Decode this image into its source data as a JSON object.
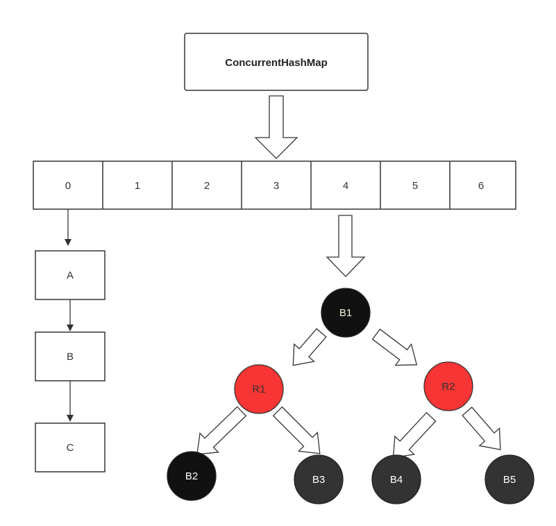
{
  "title": "ConcurrentHashMap",
  "array_cells": [
    "0",
    "1",
    "2",
    "3",
    "4",
    "5",
    "6"
  ],
  "list_nodes": [
    "A",
    "B",
    "C"
  ],
  "tree_nodes": {
    "b1": "B1",
    "r1": "R1",
    "r2": "R2",
    "b2": "B2",
    "b3": "B3",
    "b4": "B4",
    "b5": "B5"
  },
  "colors": {
    "black_node": "#111111",
    "dark_node": "#333333",
    "red_node": "#f83535",
    "stroke": "#333333"
  }
}
